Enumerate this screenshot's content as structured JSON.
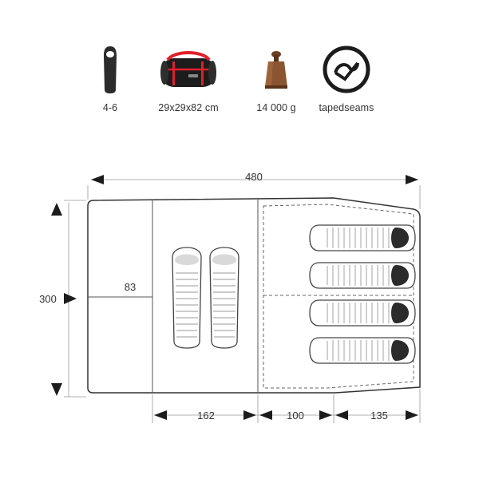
{
  "specs": [
    {
      "icon": "sleeping-bag-icon",
      "label": "4-6"
    },
    {
      "icon": "duffel-bag-icon",
      "label": "29x29x82 cm"
    },
    {
      "icon": "weight-icon",
      "label": "14 000 g"
    },
    {
      "icon": "taped-seams-icon",
      "label": "tapedseams"
    }
  ],
  "dimensions": {
    "total_length": "480",
    "total_width": "300",
    "vestibule_depth": "83",
    "living_area_length": "162",
    "middle_length": "100",
    "bedroom_length": "135"
  },
  "sleeping_bags": {
    "living_area": 2,
    "bedroom": 4
  },
  "colors": {
    "outline": "#333333",
    "bag_fill": "#d9d9d9",
    "bag_dark": "#3a3a3a",
    "accent_red": "#e0202a"
  }
}
